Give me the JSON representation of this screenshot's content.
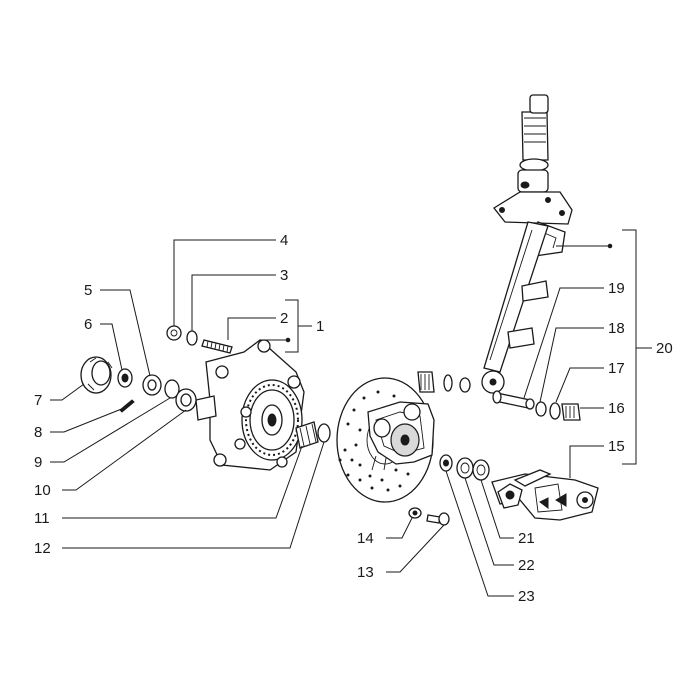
{
  "labels": {
    "1": "1",
    "2": "2",
    "3": "3",
    "4": "4",
    "5": "5",
    "6": "6",
    "7": "7",
    "8": "8",
    "9": "9",
    "10": "10",
    "11": "11",
    "12": "12",
    "13": "13",
    "14": "14",
    "15": "15",
    "16": "16",
    "17": "17",
    "18": "18",
    "19": "19",
    "20": "20",
    "21": "21",
    "22": "22",
    "23": "23"
  }
}
